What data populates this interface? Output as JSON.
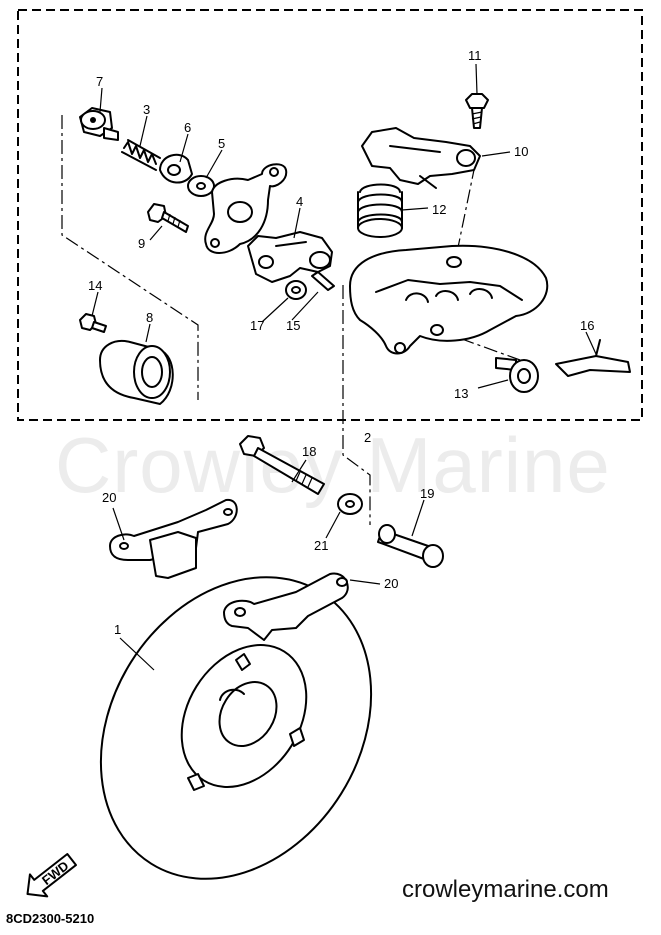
{
  "watermark": "Crowley Marine",
  "site": "crowleymarine.com",
  "diagram_code": "8CD2300-5210",
  "fwd_label": "FWD",
  "callouts": {
    "c1": "1",
    "c2": "2",
    "c3": "3",
    "c4": "4",
    "c5": "5",
    "c6": "6",
    "c7": "7",
    "c8": "8",
    "c9": "9",
    "c10": "10",
    "c11": "11",
    "c12": "12",
    "c13": "13",
    "c14": "14",
    "c15": "15",
    "c16": "16",
    "c17": "17",
    "c18": "18",
    "c19": "19",
    "c20a": "20",
    "c20b": "20",
    "c21": "21"
  }
}
